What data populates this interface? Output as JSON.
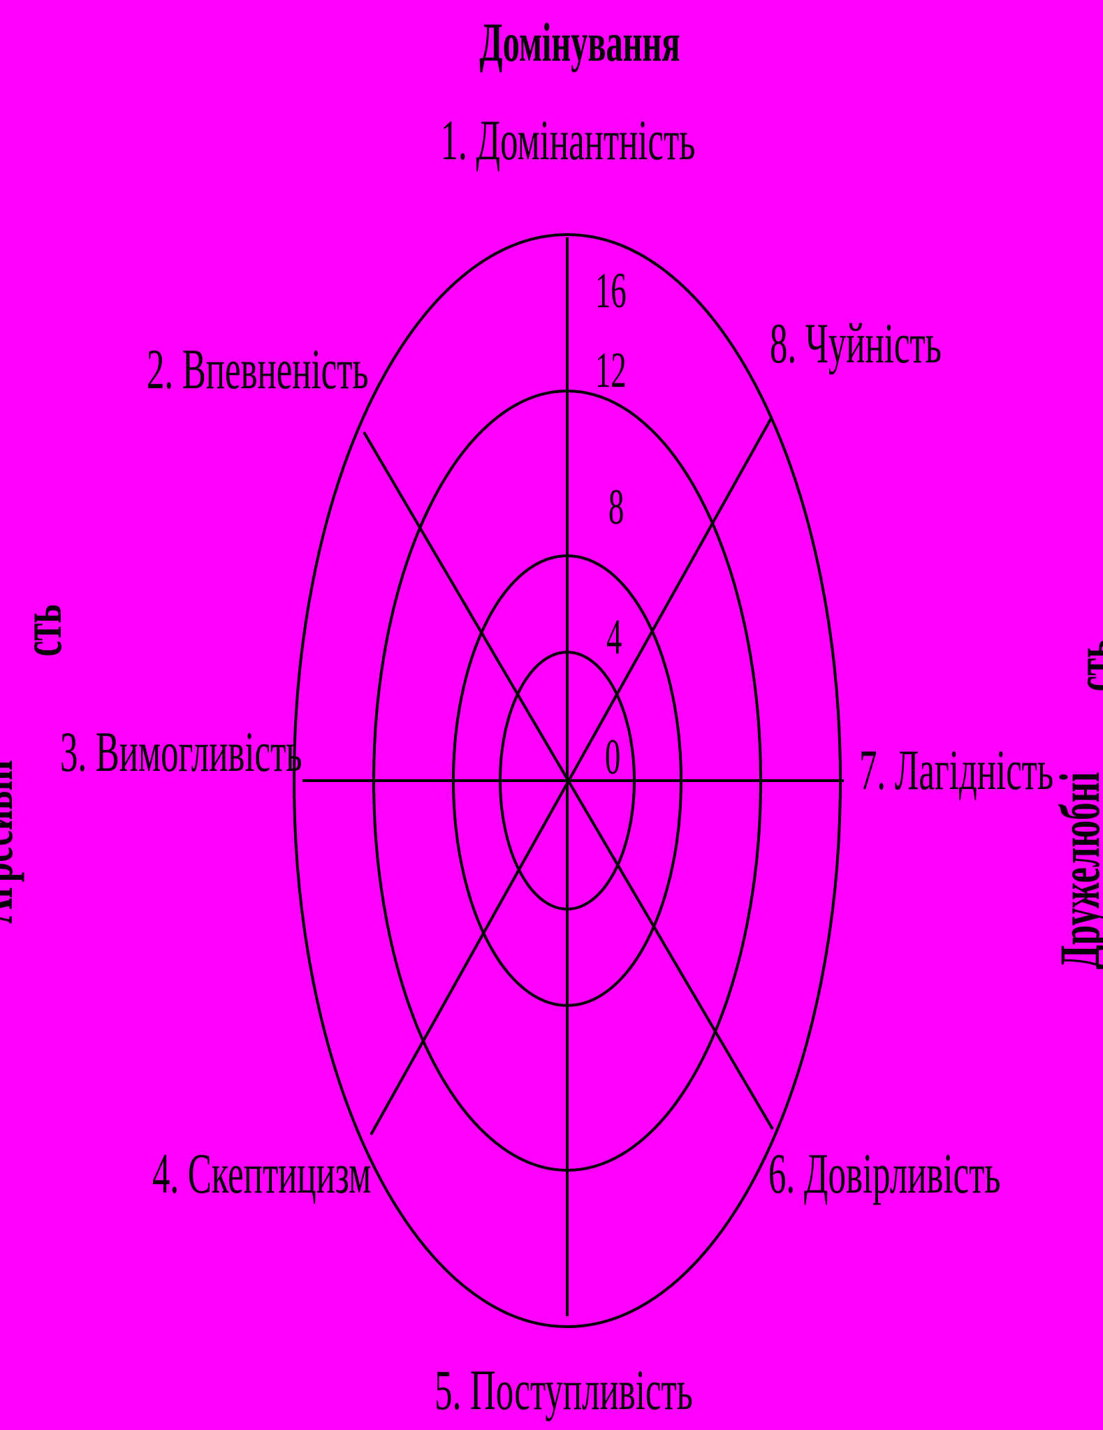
{
  "diagram": {
    "title": "Домінування",
    "octants": [
      "1. Домінантність",
      "2. Впевненість",
      "3. Вимогливість",
      "4. Скептицизм",
      "5. Поступливість",
      "6. Довірливість",
      "7. Лагідність",
      "8. Чуйність"
    ],
    "scale_labels": [
      "16",
      "12",
      "8",
      "4",
      "0"
    ],
    "side_left": {
      "main": "Агресивні",
      "part": "сть"
    },
    "side_right": {
      "main": "Дружелюбні",
      "part": "сть"
    }
  },
  "colors": {
    "background": "#FF00FF",
    "ink": "#000000"
  }
}
